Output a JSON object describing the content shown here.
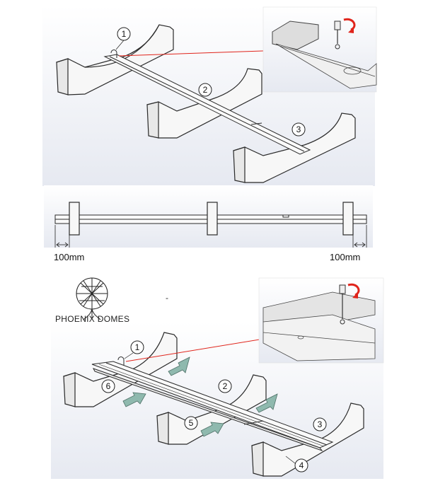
{
  "top_view": {
    "callouts": [
      "1",
      "2",
      "3"
    ]
  },
  "middle_view": {
    "dimension_left": "100mm",
    "dimension_right": "100mm"
  },
  "bottom_view": {
    "brand": {
      "name": "PHOENIX DOMES"
    },
    "callouts": [
      "1",
      "2",
      "3",
      "4",
      "5",
      "6"
    ],
    "stray_mark": "-"
  },
  "colors": {
    "line": "#2a2a2a",
    "red_arrow": "#e0241b",
    "teal_arrow": "#8fb9ae",
    "background_gradient": "#e8ebf3",
    "plank_fill": "#f7f7f7"
  }
}
